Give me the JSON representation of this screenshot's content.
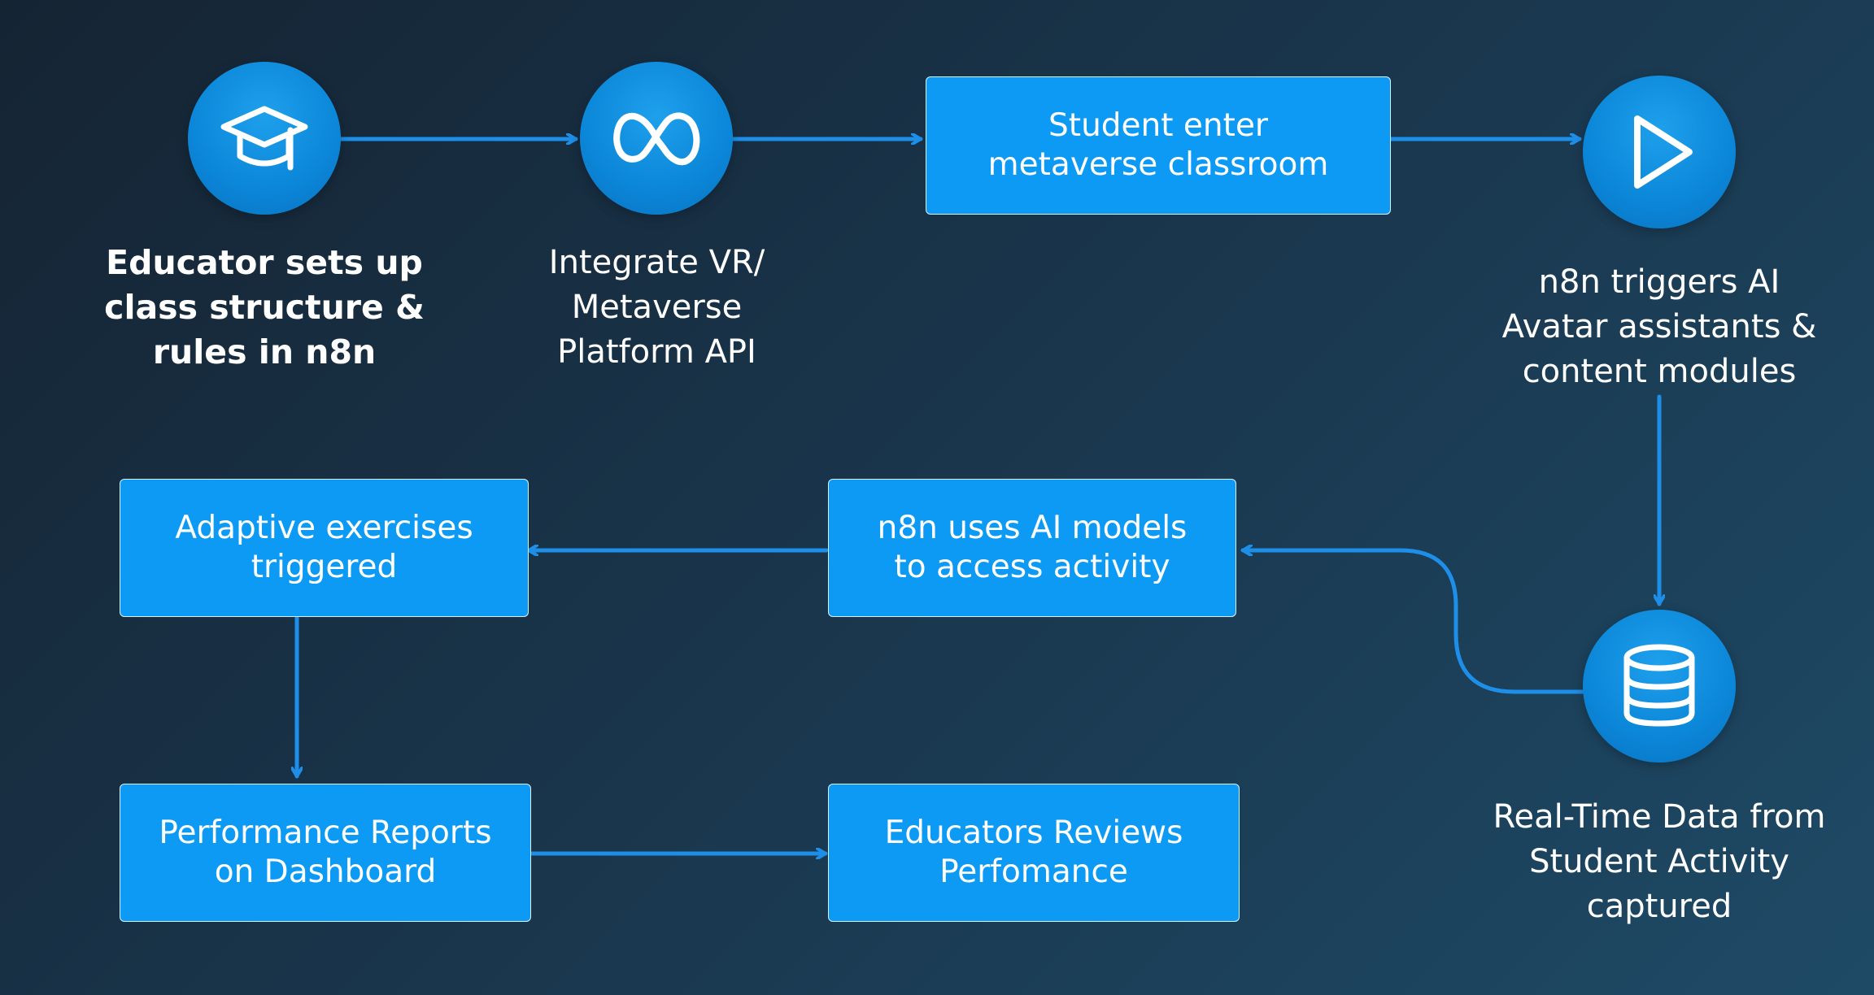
{
  "colors": {
    "background_start": "#152433",
    "background_end": "#1e4a66",
    "accent": "#0c9af5",
    "connector": "#1e8fe8"
  },
  "steps": {
    "educator_setup": {
      "icon": "graduation-cap-icon",
      "lines": [
        "Educator sets up",
        "class structure &",
        "rules in n8n"
      ]
    },
    "integrate_api": {
      "icon": "meta-infinity-icon",
      "lines": [
        "Integrate VR/",
        "Metaverse",
        "Platform API"
      ]
    },
    "student_enter": {
      "lines": [
        "Student enter",
        "metaverse classroom"
      ]
    },
    "ai_triggers": {
      "icon": "play-icon",
      "lines": [
        "n8n triggers AI",
        "Avatar assistants &",
        "content modules"
      ]
    },
    "realtime_data": {
      "icon": "database-icon",
      "lines": [
        "Real-Time Data from",
        "Student Activity",
        "captured"
      ]
    },
    "ai_models": {
      "lines": [
        "n8n uses AI models",
        "to access activity"
      ]
    },
    "adaptive_exercises": {
      "lines": [
        "Adaptive exercises",
        "triggered"
      ]
    },
    "performance_reports": {
      "lines": [
        "Performance Reports",
        "on Dashboard"
      ]
    },
    "educator_reviews": {
      "lines": [
        "Educators Reviews",
        "Perfomance"
      ]
    }
  }
}
